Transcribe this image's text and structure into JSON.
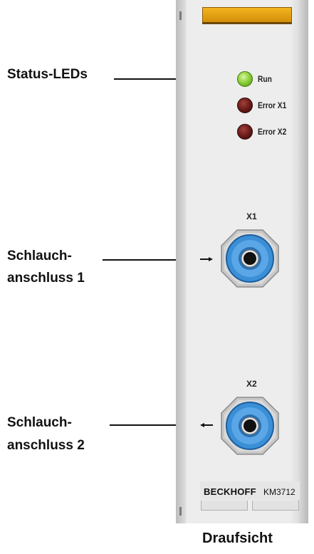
{
  "callouts": {
    "status_leds": "Status-LEDs",
    "hose1_line1": "Schlauch-",
    "hose1_line2": "anschluss 1",
    "hose2_line1": "Schlauch-",
    "hose2_line2": "anschluss 2"
  },
  "leds": [
    {
      "label": "Run",
      "state": "on",
      "color": "#8fd13a"
    },
    {
      "label": "Error X1",
      "state": "off",
      "color": "#6b1c1a"
    },
    {
      "label": "Error X2",
      "state": "off",
      "color": "#6b1c1a"
    }
  ],
  "ports": {
    "x1_label": "X1",
    "x2_label": "X2",
    "x1_direction": "in",
    "x2_direction": "out",
    "fitting_color": "#3a8fd6"
  },
  "device": {
    "brand": "BECKHOFF",
    "model": "KM3712",
    "clip_color": "#f3b520"
  },
  "caption": "Draufsicht"
}
